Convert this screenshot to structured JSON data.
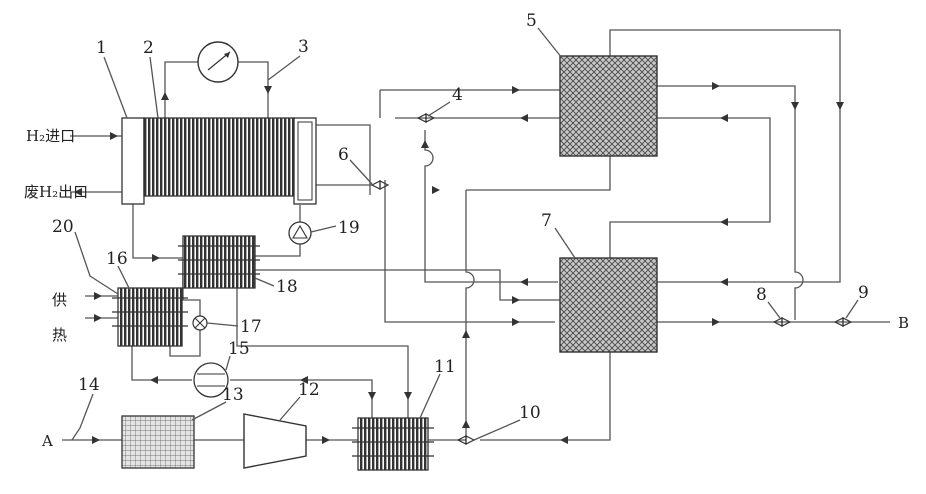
{
  "labels": {
    "h2_inlet": "H₂进口",
    "waste_h2_outlet": "废H₂出口",
    "heat_supply_1": "供",
    "heat_supply_2": "热",
    "point_a": "A",
    "point_b": "B"
  },
  "numbers": [
    "1",
    "2",
    "3",
    "4",
    "5",
    "6",
    "7",
    "8",
    "9",
    "10",
    "11",
    "12",
    "13",
    "14",
    "15",
    "16",
    "17",
    "18",
    "19",
    "20"
  ],
  "colors": {
    "line": "#555555",
    "text": "#222222",
    "background": "#ffffff"
  },
  "icons": [
    "meter-icon",
    "valve-icon",
    "pump-icon",
    "compressor-icon",
    "filter-icon",
    "heat-exchanger-icon",
    "adsorber-icon",
    "check-valve-icon"
  ]
}
